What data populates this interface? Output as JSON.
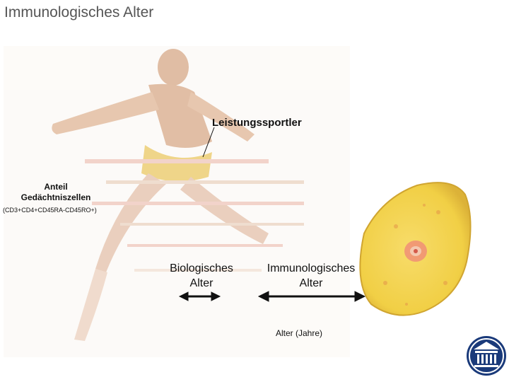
{
  "title": "Immunologisches Alter",
  "athlete_label": "Leistungssportler",
  "memory_share_label_line1": "Anteil",
  "memory_share_label_line2": "Gedächtniszellen",
  "marker_label": "(CD3+CD4+CD45RA-CD45RO+)",
  "bio_age_line1": "Biologisches",
  "bio_age_line2": "Alter",
  "immuno_age_line1": "Immunologisches",
  "immuno_age_line2": "Alter",
  "x_axis_label": "Alter (Jahre)",
  "colors": {
    "title": "#555555",
    "logo": "#1a3a7a",
    "cell_fill": "#f1d34a",
    "cell_edge": "#d8b437",
    "arrow": "#111111"
  },
  "icons": [
    "athlete-illustration",
    "cell-illustration",
    "institution-logo-icon"
  ]
}
